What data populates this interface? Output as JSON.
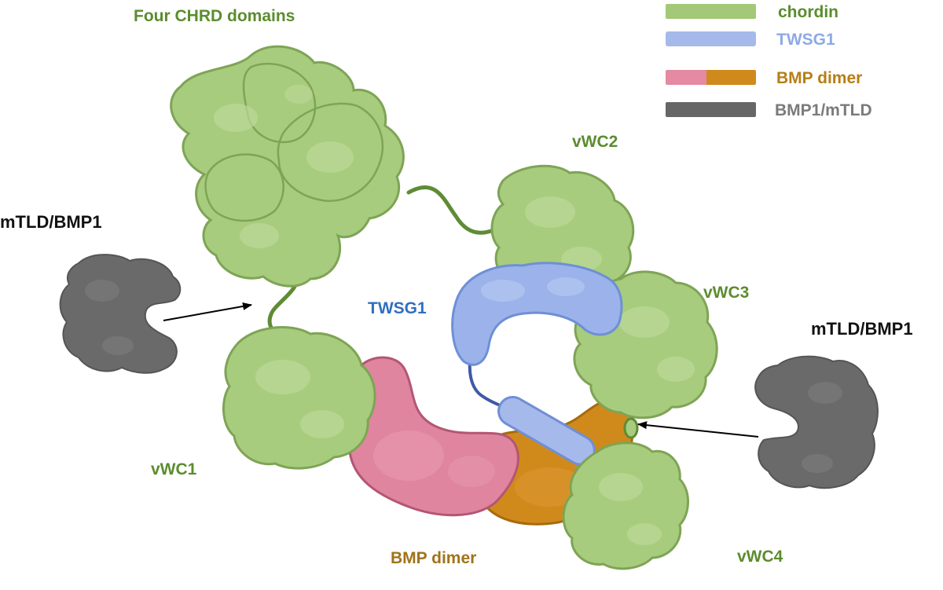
{
  "labels": {
    "four_chrd_domains": "Four CHRD domains",
    "vwc1": "vWC1",
    "vwc2": "vWC2",
    "vwc3": "vWC3",
    "vwc4": "vWC4",
    "twsg1": "TWSG1",
    "bmp_dimer": "BMP dimer",
    "mtld_bmp1_left": "mTLD/BMP1",
    "mtld_bmp1_right": "mTLD/BMP1"
  },
  "legend": [
    {
      "label": "chordin",
      "color": "#a3c877",
      "text_color": "#5b8c2e"
    },
    {
      "label": "TWSG1",
      "color": "#a5baea",
      "text_color": "#8ea9e6"
    },
    {
      "label": "BMP dimer",
      "color": "#d7a02a",
      "text_color": "#b57f17"
    },
    {
      "label": "BMP1/mTLD",
      "color": "#666666",
      "text_color": "#7a7a7a"
    }
  ],
  "colors": {
    "chordin_fill": "#a8cc7e",
    "chordin_stroke": "#7ea455",
    "chordin_label": "#5b8c2e",
    "twsg1_fill": "#9bb3ea",
    "twsg1_stroke": "#6f8fd6",
    "twsg1_label": "#2f6fc0",
    "bmp_pink": "#df859f",
    "bmp_orange": "#d08a1c",
    "bmp_label": "#a0731a",
    "protease": "#6a6a6a",
    "text_dark": "#111111"
  }
}
